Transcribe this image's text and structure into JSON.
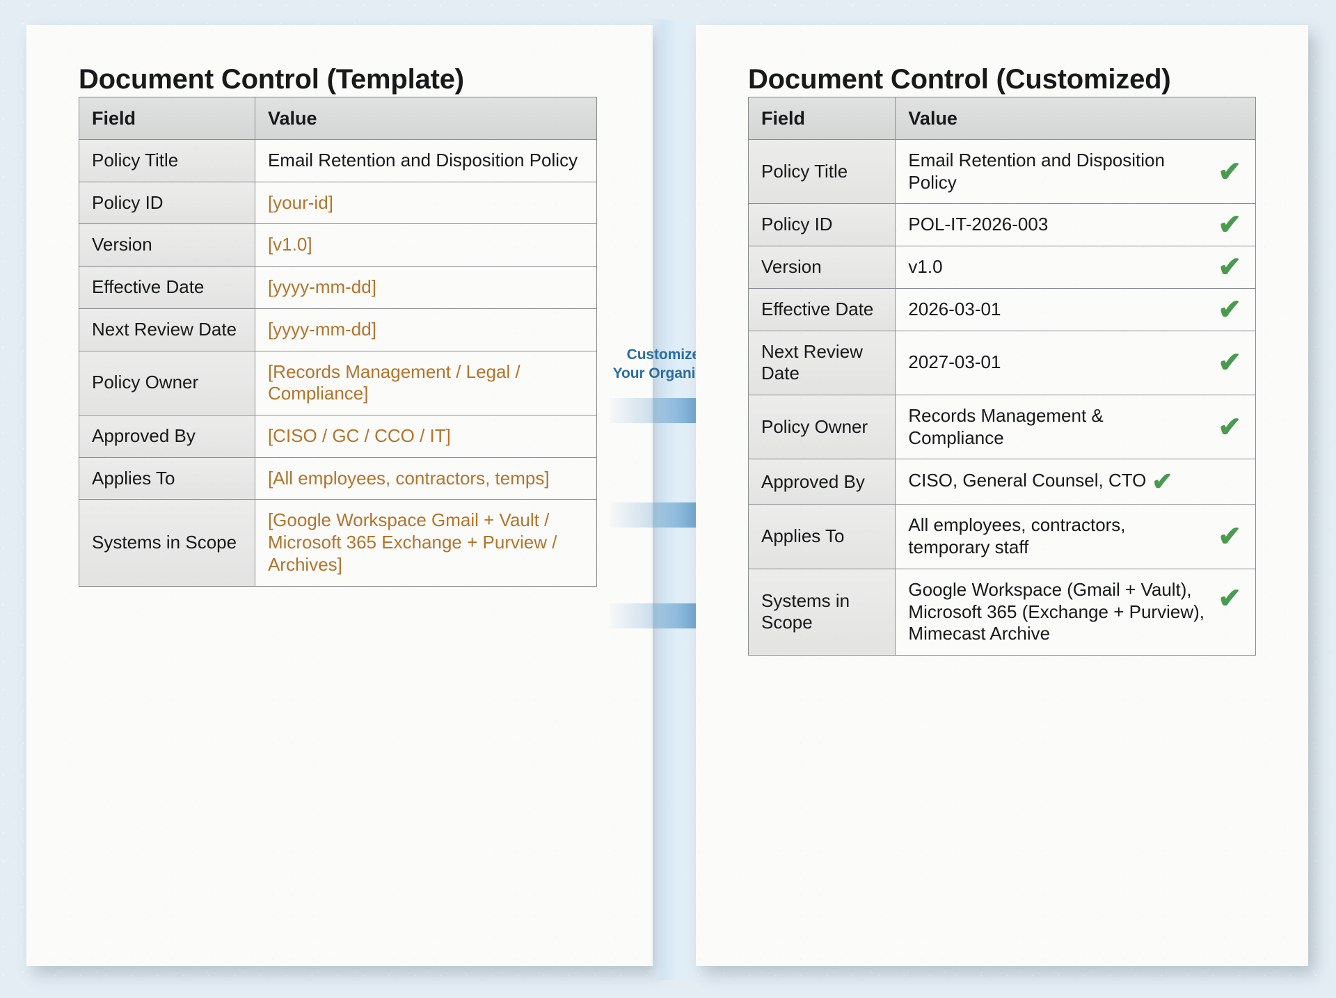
{
  "background_color": "#e4edf4",
  "accent_colors": {
    "placeholder_orange": "#b5732a",
    "check_green": "#4a9a4f",
    "arrow_blue": "#2e7ebb",
    "label_blue": "#2a6ea3"
  },
  "left_panel": {
    "title": "Document Control (Template)",
    "columns": [
      "Field",
      "Value"
    ],
    "rows": [
      {
        "field": "Policy Title",
        "value": "Email Retention and Disposition Policy",
        "placeholder": false
      },
      {
        "field": "Policy ID",
        "value": "[your-id]",
        "placeholder": true
      },
      {
        "field": "Version",
        "value": "[v1.0]",
        "placeholder": true
      },
      {
        "field": "Effective Date",
        "value": "[yyyy-mm-dd]",
        "placeholder": true
      },
      {
        "field": "Next Review Date",
        "value": "[yyyy-mm-dd]",
        "placeholder": true
      },
      {
        "field": "Policy Owner",
        "value": "[Records Management / Legal / Compliance]",
        "placeholder": true
      },
      {
        "field": "Approved By",
        "value": "[CISO / GC / CCO / IT]",
        "placeholder": true
      },
      {
        "field": "Applies To",
        "value": "[All employees, contractors, temps]",
        "placeholder": true
      },
      {
        "field": "Systems in Scope",
        "value": "[Google Workspace Gmail + Vault / Microsoft 365 Exchange + Purview / Archives]",
        "placeholder": true
      }
    ]
  },
  "center": {
    "label_line1": "Customize for",
    "label_line2": "Your Organization",
    "arrow_count": 3,
    "arrow_icon": "arrow-right-icon"
  },
  "right_panel": {
    "title": "Document Control (Customized)",
    "columns": [
      "Field",
      "Value"
    ],
    "check_icon": "check-icon",
    "rows": [
      {
        "field": "Policy Title",
        "value": "Email Retention and Disposition Policy",
        "checked": true
      },
      {
        "field": "Policy ID",
        "value": "POL-IT-2026-003",
        "checked": true
      },
      {
        "field": "Version",
        "value": "v1.0",
        "checked": true
      },
      {
        "field": "Effective Date",
        "value": "2026-03-01",
        "checked": true
      },
      {
        "field": "Next Review Date",
        "value": "2027-03-01",
        "checked": true
      },
      {
        "field": "Policy Owner",
        "value": "Records Management & Compliance",
        "checked": true
      },
      {
        "field": "Approved By",
        "value": "CISO, General Counsel, CTO",
        "checked": true
      },
      {
        "field": "Applies To",
        "value": "All employees, contractors, temporary staff",
        "checked": true
      },
      {
        "field": "Systems in Scope",
        "value": "Google Workspace (Gmail + Vault), Microsoft 365 (Exchange + Purview), Mimecast Archive",
        "checked": true
      }
    ]
  }
}
